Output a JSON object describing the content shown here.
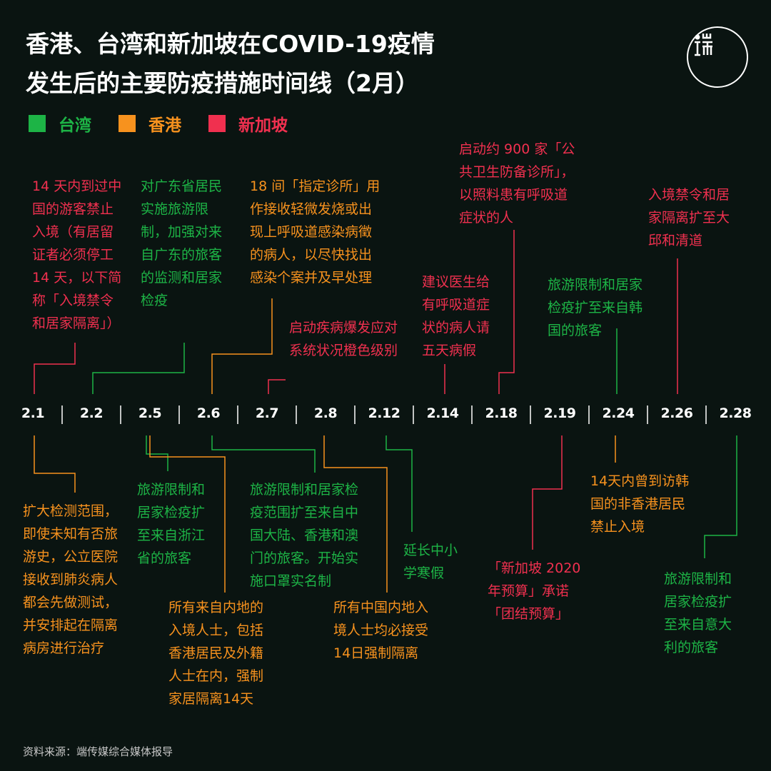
{
  "title_lines": [
    "香港、台湾和新加坡在COVID-19疫情",
    "发生后的主要防疫措施时间线（2月）"
  ],
  "logo_text": "端",
  "colors": {
    "taiwan": "#1db446",
    "hongkong": "#f7921e",
    "singapore": "#f0304f",
    "background": "#0a1411"
  },
  "legend": [
    {
      "label": "台湾",
      "color": "#1db446"
    },
    {
      "label": "香港",
      "color": "#f7921e"
    },
    {
      "label": "新加坡",
      "color": "#f0304f"
    }
  ],
  "dates": [
    "2.1",
    "2.2",
    "2.5",
    "2.6",
    "2.7",
    "2.8",
    "2.12",
    "2.14",
    "2.18",
    "2.19",
    "2.24",
    "2.26",
    "2.28"
  ],
  "events_above": [
    {
      "date": "2.1",
      "region": "新加坡",
      "lines": [
        "14 天内到过中",
        "国的游客禁止",
        "入境（有居留",
        "证者必须停工",
        "14 天，以下简",
        "称「入境禁令",
        "和居家隔离」）"
      ]
    },
    {
      "date": "2.2",
      "region": "台湾",
      "lines": [
        "对广东省居民",
        "实施旅游限",
        "制，加强对来",
        "自广东的旅客",
        "的监测和居家",
        "检疫"
      ]
    },
    {
      "date": "2.6",
      "region": "香港",
      "lines": [
        "18 间「指定诊所」用",
        "作接收轻微发烧或出",
        "现上呼吸道感染病徵",
        "的病人，以尽快找出",
        "感染个案并及早处理"
      ]
    },
    {
      "date": "2.7",
      "region": "新加坡",
      "lines": [
        "启动疾病爆发应对",
        "系统状况橙色级别"
      ]
    },
    {
      "date": "2.14",
      "region": "新加坡",
      "lines": [
        "建议医生给",
        "有呼吸道症",
        "状的病人请",
        "五天病假"
      ]
    },
    {
      "date": "2.18",
      "region": "新加坡",
      "lines": [
        "启动约 900 家「公",
        "共卫生防备诊所」，",
        "以照料患有呼吸道",
        "症状的人"
      ]
    },
    {
      "date": "2.24",
      "region": "台湾",
      "lines": [
        "旅游限制和居家",
        "检疫扩至来自韩",
        "国的旅客"
      ]
    },
    {
      "date": "2.26",
      "region": "新加坡",
      "lines": [
        "入境禁令和居",
        "家隔离扩至大",
        "邱和清道"
      ]
    }
  ],
  "events_below": [
    {
      "date": "2.1",
      "region": "香港",
      "lines": [
        "扩大检测范围，",
        "即使未知有否旅",
        "游史，公立医院",
        "接收到肺炎病人",
        "都会先做测试，",
        "并安排起在隔离",
        "病房进行治疗"
      ]
    },
    {
      "date": "2.5",
      "region": "台湾",
      "lines": [
        "旅游限制和",
        "居家检疫扩",
        "至来自浙江",
        "省的旅客"
      ]
    },
    {
      "date": "2.5",
      "region": "香港",
      "lines": [
        "所有来自内地的",
        "入境人士，包括",
        "香港居民及外籍",
        "人士在内，强制",
        "家居隔离14天"
      ]
    },
    {
      "date": "2.6",
      "region": "台湾",
      "lines": [
        "旅游限制和居家检",
        "疫范围扩至来自中",
        "国大陆、香港和澳",
        "门的旅客。开始实",
        "施口罩实名制"
      ]
    },
    {
      "date": "2.8",
      "region": "香港",
      "lines": [
        "所有中国内地入",
        "境人士均必接受",
        "14日强制隔离"
      ]
    },
    {
      "date": "2.12",
      "region": "台湾",
      "lines": [
        "延长中小",
        "学寒假"
      ]
    },
    {
      "date": "2.19",
      "region": "新加坡",
      "lines": [
        "「新加坡 2020",
        "年预算」承诺",
        "「团结预算」"
      ]
    },
    {
      "date": "2.24",
      "region": "香港",
      "lines": [
        "14天内曾到访韩",
        "国的非香港居民",
        "禁止入境"
      ]
    },
    {
      "date": "2.28",
      "region": "台湾",
      "lines": [
        "旅游限制和",
        "居家检疫扩",
        "至来自意大",
        "利的旅客"
      ]
    }
  ],
  "source": "资料来源：端传媒综合媒体报导"
}
